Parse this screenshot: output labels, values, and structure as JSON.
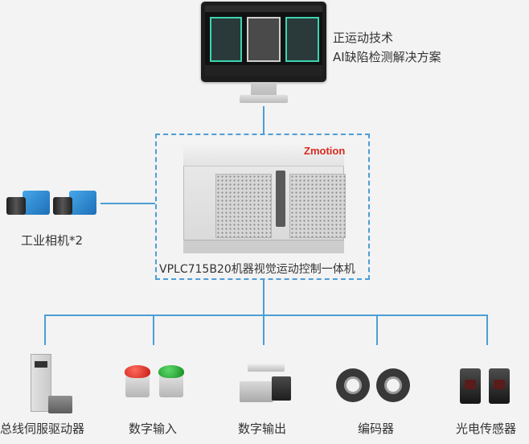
{
  "top": {
    "solution_line1": "正运动技术",
    "solution_line2": "AI缺陷检测解决方案"
  },
  "controller": {
    "label": "VPLC715B20机器视觉运动控制一体机",
    "brand": "Zmotion"
  },
  "camera": {
    "label": "工业相机*2"
  },
  "devices": [
    {
      "label": "总线伺服驱动器",
      "icon": "servo-drive-icon"
    },
    {
      "label": "数字输入",
      "icon": "push-button-icon"
    },
    {
      "label": "数字输出",
      "icon": "solenoid-valve-icon"
    },
    {
      "label": "编码器",
      "icon": "encoder-icon"
    },
    {
      "label": "光电传感器",
      "icon": "photoelectric-sensor-icon"
    }
  ],
  "colors": {
    "connector": "#4a9fd5",
    "brand": "#d82a1e",
    "camera": "#2a86d0"
  }
}
